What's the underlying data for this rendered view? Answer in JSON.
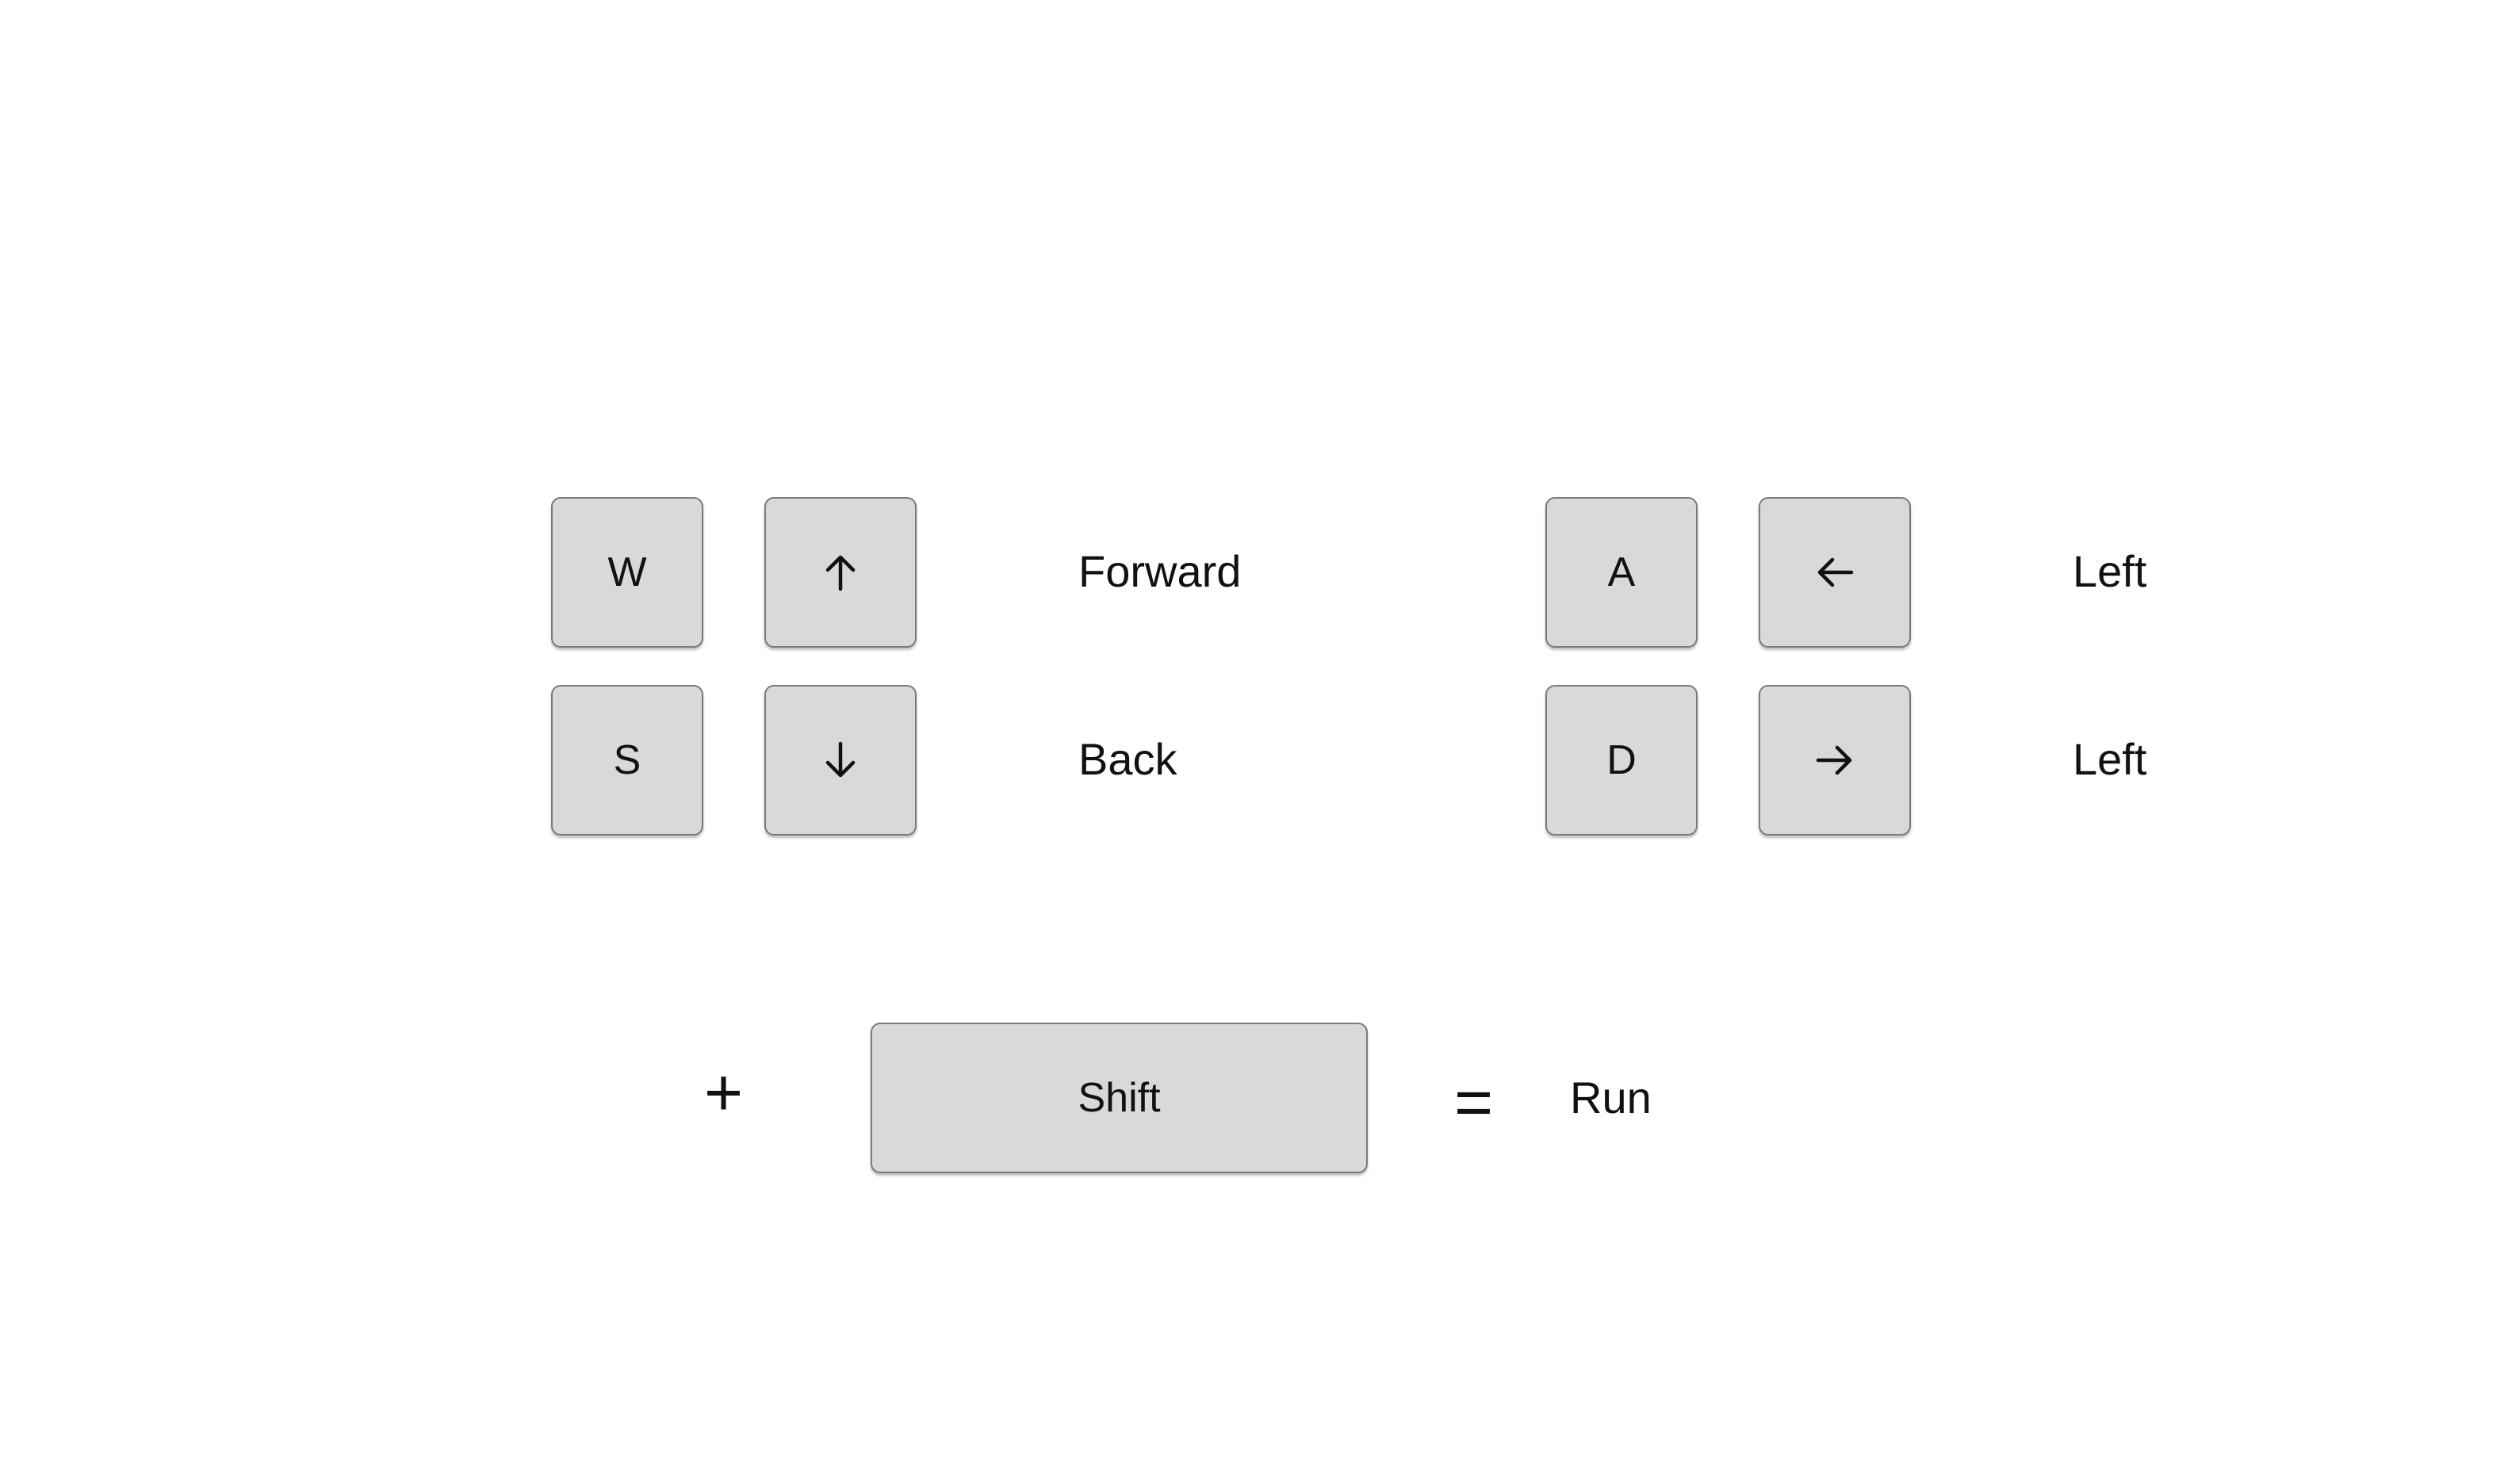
{
  "movement": {
    "forward": {
      "key": "W",
      "arrow_icon": "arrow-up-icon",
      "action": "Forward"
    },
    "back": {
      "key": "S",
      "arrow_icon": "arrow-down-icon",
      "action": "Back"
    },
    "left": {
      "key": "A",
      "arrow_icon": "arrow-left-icon",
      "action": "Left"
    },
    "right": {
      "key": "D",
      "arrow_icon": "arrow-right-icon",
      "action": "Left"
    }
  },
  "run": {
    "plus_symbol": "+",
    "modifier_key": "Shift",
    "equals_symbol": "=",
    "action": "Run"
  },
  "colors": {
    "key_fill": "#d9d9d9",
    "key_border": "#7a7a7a",
    "text": "#111111",
    "background": "#ffffff"
  }
}
